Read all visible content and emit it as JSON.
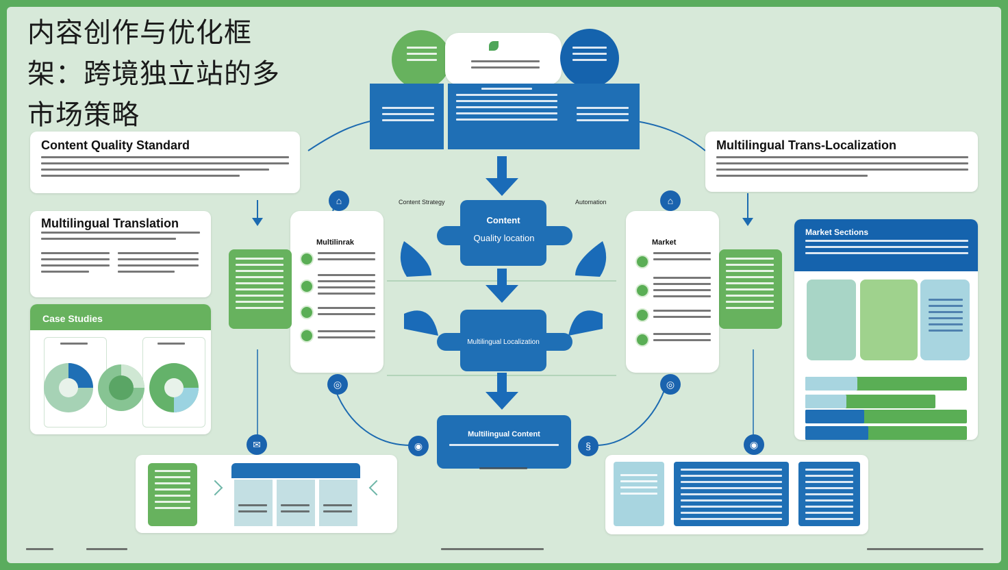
{
  "title": "内容创作与优化框架：跨境独立站的多市场策略",
  "left": {
    "quality_title": "Content Quality Standard",
    "translation_title": "Multilingual Translation",
    "case_title": "Case Studies"
  },
  "center": {
    "core_title": "Content",
    "core_sub": "Quality location",
    "core_tag_left": "Content Strategy",
    "core_tag_right": "Automation",
    "mid_title": "Multilingual Localization",
    "bottom_title": "Multilingual Content"
  },
  "right": {
    "localization_title": "Multilingual Trans-Localization",
    "market_title": "Market",
    "market_left_title": "Multilinrak",
    "sections_title": "Market Sections"
  }
}
